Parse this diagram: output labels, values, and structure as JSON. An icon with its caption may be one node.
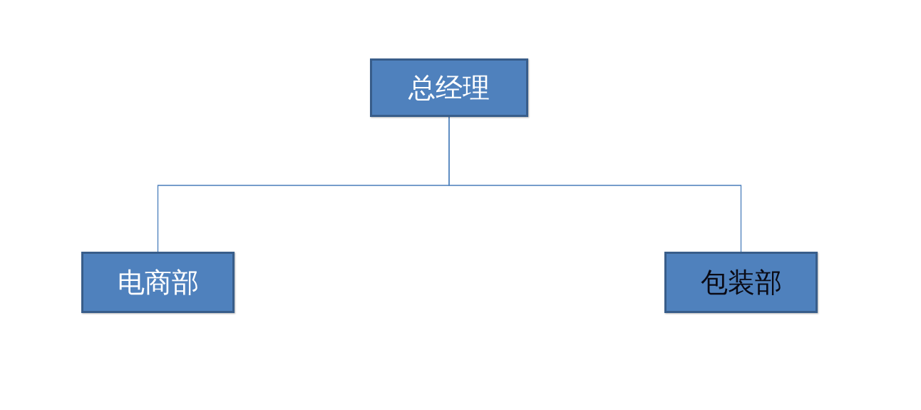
{
  "diagram": {
    "nodes": [
      {
        "text": [
          "总经理"
        ]
      },
      {
        "text": [
          "电商部"
        ]
      },
      {
        "text": [
          "包装部"
        ]
      }
    ],
    "edges": [
      {
        "from": 0,
        "to": 1,
        "arrow": "none"
      },
      {
        "from": 0,
        "to": 2,
        "arrow": "none"
      }
    ]
  }
}
